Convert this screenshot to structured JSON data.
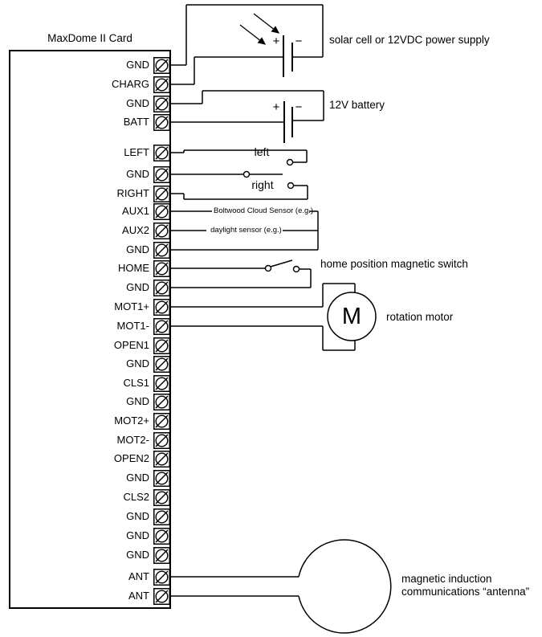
{
  "diagram": {
    "card_title": "MaxDome II Card",
    "terminals": [
      "GND",
      "CHARG",
      "GND",
      "BATT",
      "LEFT",
      "GND",
      "RIGHT",
      "AUX1",
      "AUX2",
      "GND",
      "HOME",
      "GND",
      "MOT1+",
      "MOT1-",
      "OPEN1",
      "GND",
      "CLS1",
      "GND",
      "MOT2+",
      "MOT2-",
      "OPEN2",
      "GND",
      "CLS2",
      "GND",
      "GND",
      "GND",
      "ANT",
      "ANT"
    ],
    "labels": {
      "solar": "solar cell or 12VDC power supply",
      "battery": "12V battery",
      "left_switch": "left",
      "right_switch": "right",
      "aux1_sensor": "Boltwood Cloud Sensor (e.g.)",
      "aux2_sensor": "daylight sensor (e.g.)",
      "home_switch": "home position magnetic switch",
      "motor": "rotation motor",
      "motor_symbol": "M",
      "antenna_line1": "magnetic induction",
      "antenna_line2": "communications “antenna”",
      "plus": "+",
      "minus": "−"
    },
    "colors": {
      "line": "#000000",
      "background": "#ffffff"
    }
  }
}
